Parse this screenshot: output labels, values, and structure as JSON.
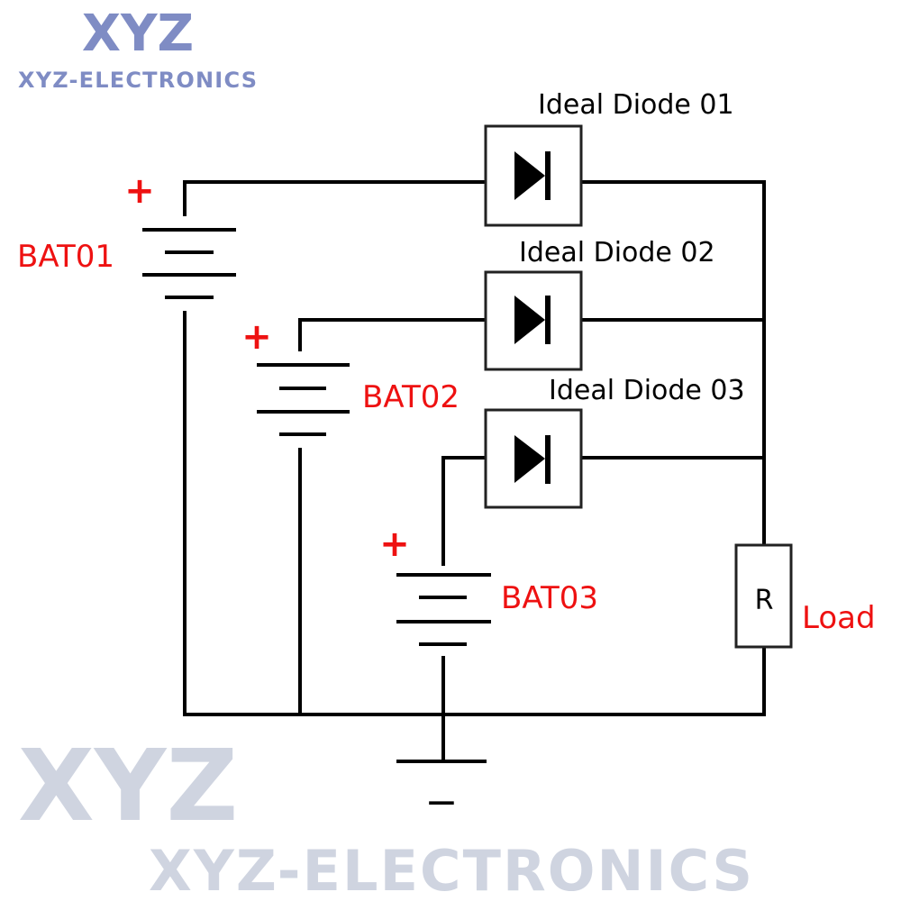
{
  "logo": {
    "mark": "XYZ",
    "name": "XYZ-ELECTRONICS",
    "color": "#7f8cc4"
  },
  "watermark": {
    "mark": "XYZ",
    "name": "XYZ-ELECTRONICS"
  },
  "batteries": [
    {
      "label": "BAT01",
      "polarity": "+"
    },
    {
      "label": "BAT02",
      "polarity": "+"
    },
    {
      "label": "BAT03",
      "polarity": "+"
    }
  ],
  "diodes": [
    {
      "label": "Ideal Diode 01"
    },
    {
      "label": "Ideal Diode 02"
    },
    {
      "label": "Ideal Diode 03"
    }
  ],
  "load": {
    "symbol": "R",
    "label": "Load"
  },
  "ground": {
    "polarity": "−"
  },
  "colors": {
    "label_red": "#ee1111",
    "wire": "#000000"
  }
}
